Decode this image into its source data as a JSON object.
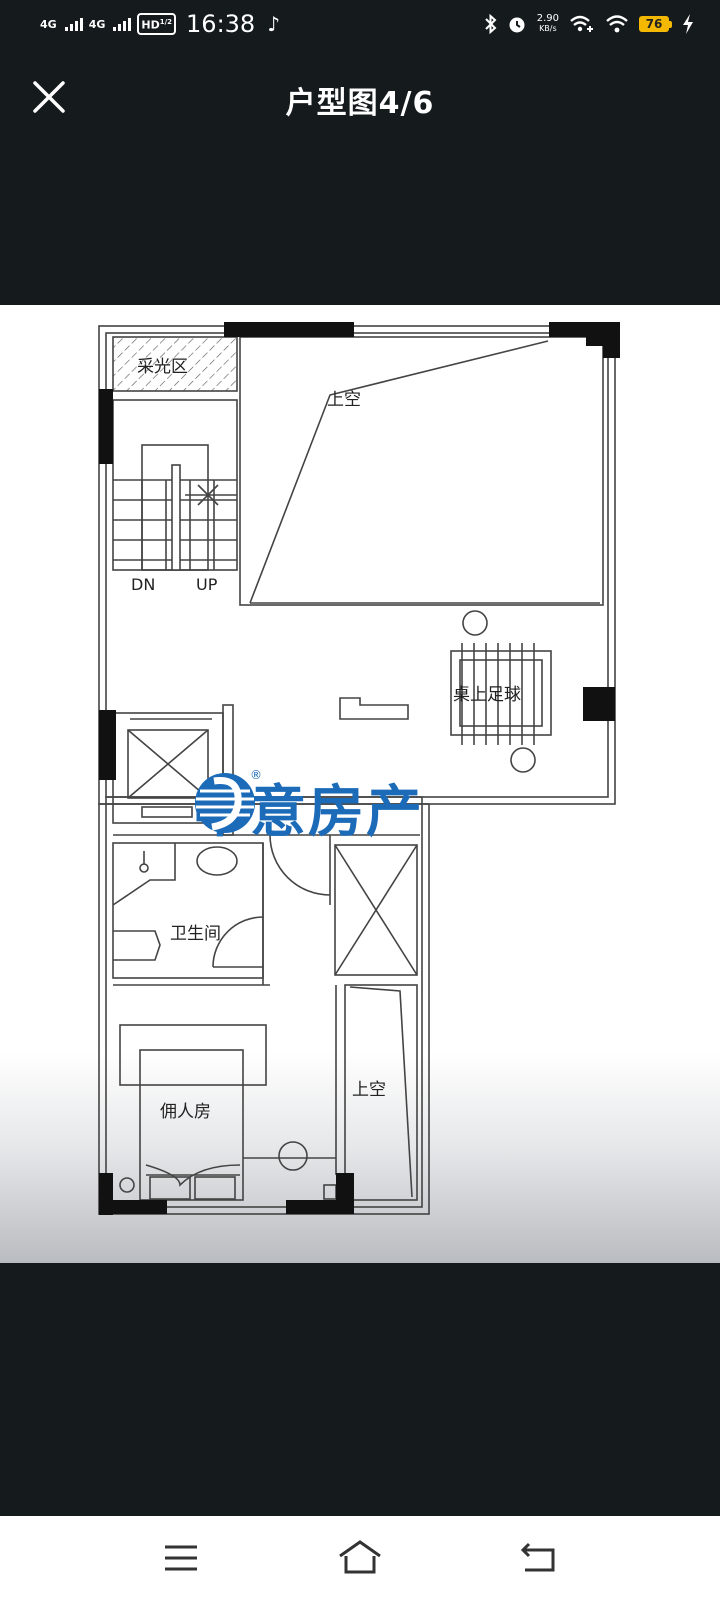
{
  "status_bar": {
    "network_1": "4G",
    "network_2": "4G",
    "hd_badge": "HD",
    "hd_sub": "1/2",
    "time": "16:38",
    "net_speed_value": "2.90",
    "net_speed_unit": "KB/s",
    "battery_level": "76",
    "icons": [
      "tiktok-icon",
      "bluetooth-icon",
      "alarm-icon",
      "wifi-plus-icon",
      "wifi-icon",
      "battery-icon",
      "charging-icon"
    ]
  },
  "header": {
    "title": "户型图4/6",
    "close_icon": "close-icon"
  },
  "floorplan": {
    "labels": {
      "skylight": "采光区",
      "void_top": "上空",
      "dn": "DN",
      "up": "UP",
      "foosball": "桌上足球",
      "bathroom": "卫生间",
      "servant_room": "佣人房",
      "void_bottom": "上空"
    },
    "watermark": "中意房产",
    "registered": "®",
    "colors": {
      "watermark": "#1b6bb8",
      "background": "#151a1d"
    }
  },
  "nav": {
    "menu_icon": "menu-icon",
    "home_icon": "home-icon",
    "back_icon": "back-icon"
  }
}
